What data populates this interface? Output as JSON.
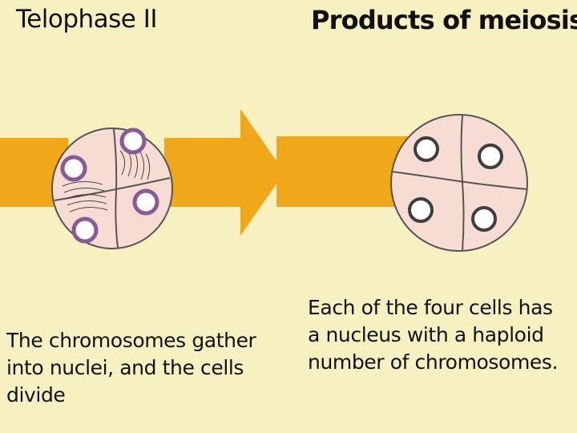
{
  "diagram": {
    "left_stage": {
      "title": "Telophase II",
      "caption_lines": [
        "The chromosomes gather",
        "into nuclei, and the cells",
        "divide"
      ]
    },
    "right_stage": {
      "title": "Products of meiosis",
      "caption_lines": [
        "Each of the four cells has",
        "a nucleus with a haploid",
        "number of chromosomes."
      ]
    }
  },
  "colors": {
    "background": "#f7f0c0",
    "arrow": "#f0a81a",
    "cell_fill": "#f7dcd3",
    "cell_outline": "#555555",
    "nucleus_ring": "#8a5a96",
    "nucleus_fill": "#ffffff",
    "spindle": "#444444"
  }
}
